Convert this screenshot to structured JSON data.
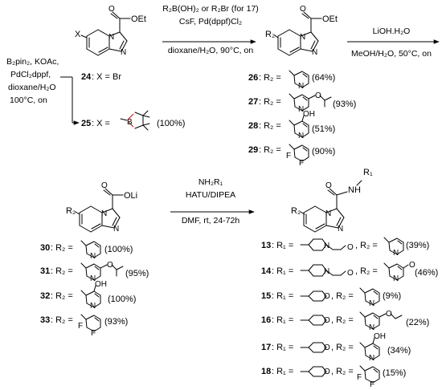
{
  "step1": {
    "line1": "R₂B(OH)₂ or R₂Br (for 17)",
    "line2": "CsF, Pd(dppf)Cl₂",
    "line3": "dioxane/H₂O, 90°C, on"
  },
  "step2": {
    "line1": "LiOH.H₂O",
    "line2": "MeOH/H₂O, 50°C, on"
  },
  "step3": {
    "line1": "NH₂R₁",
    "line2": "HATU/DIPEA",
    "line3": "DMF, rt, 24-72h"
  },
  "borylation": {
    "line1": "B₂pin₂, KOAc,",
    "line2": "PdCl₂dppf,",
    "line3": "dioxane/H₂O",
    "line4": "100°C, on"
  },
  "start": {
    "x_label": "X",
    "ester": "OEt",
    "cmpd24": "24",
    "cmpd24_text": ": X = Br",
    "cmpd25": "25",
    "cmpd25_text": ": X =",
    "cmpd25_yield": "(100%)"
  },
  "esters": {
    "r2": "R₂",
    "ester": "OEt",
    "items": [
      {
        "id": "26",
        "text": ": R₂ =",
        "yield": "(64%)"
      },
      {
        "id": "27",
        "text": ": R₂ =",
        "yield": "(93%)"
      },
      {
        "id": "28",
        "text": ": R₂ =",
        "yield": "(51%)"
      },
      {
        "id": "29",
        "text": ": R₂ =",
        "yield": "(90%)"
      }
    ]
  },
  "salts": {
    "r2": "R₂",
    "salt": "OLi",
    "items": [
      {
        "id": "30",
        "text": ": R₂ =",
        "yield": "(100%)"
      },
      {
        "id": "31",
        "text": ": R₂ =",
        "yield": "(95%)"
      },
      {
        "id": "32",
        "text": ": R₂ =",
        "yield": "(100%)"
      },
      {
        "id": "33",
        "text": ": R₂ =",
        "yield": "(93%)"
      }
    ]
  },
  "amides": {
    "r1": "R₁",
    "r2": "R₂",
    "nh": "NH",
    "items": [
      {
        "id": "13",
        "r1": ": R₁ =",
        "r2": ", R₂ =",
        "yield": "(39%)"
      },
      {
        "id": "14",
        "r1": ": R₁ =",
        "r2": ", R₂ =",
        "yield": "(46%)"
      },
      {
        "id": "15",
        "r1": ": R₁ =",
        "r2": ", R₂ =",
        "yield": "(9%)"
      },
      {
        "id": "16",
        "r1": ": R₁ =",
        "r2": ", R₂ =",
        "yield": "(22%)"
      },
      {
        "id": "17",
        "r1": ": R₁ =",
        "r2": ", R₂ =",
        "yield": "(34%)"
      },
      {
        "id": "18",
        "r1": ": R₁ =",
        "r2": ", R₂ =",
        "yield": "(15%)"
      }
    ]
  },
  "atoms": {
    "N": "N",
    "O": "O",
    "B": "B",
    "F": "F",
    "OH": "OH"
  }
}
